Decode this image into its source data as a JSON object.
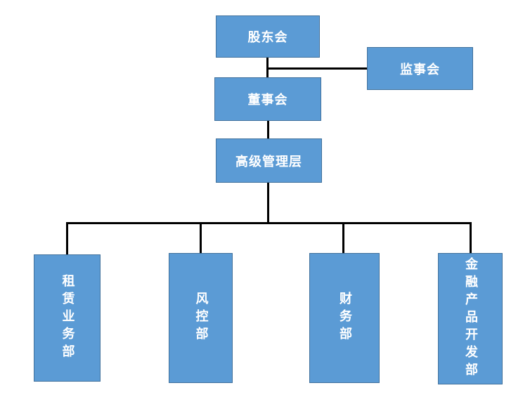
{
  "org_chart": {
    "nodes": {
      "shareholders": "股东会",
      "supervisory": "监事会",
      "board": "董事会",
      "senior_management": "高级管理层"
    },
    "departments": [
      "租赁业务部",
      "风控部",
      "财务部",
      "金融产品开发部"
    ],
    "colors": {
      "box_fill": "#5b9bd5",
      "box_border": "#41719c",
      "box_text": "#ffffff",
      "connector": "#000000"
    }
  }
}
